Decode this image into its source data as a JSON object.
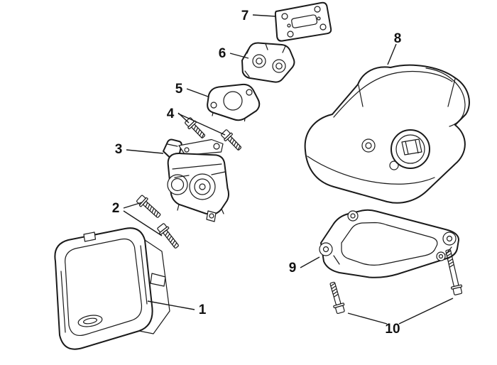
{
  "diagram": {
    "type": "exploded-parts-diagram",
    "subject": "small-engine carburetor, air filter cover and fuel tank assembly",
    "colors": {
      "background": "#ffffff",
      "line": "#1a1a1a",
      "label": "#111111"
    },
    "callouts": [
      {
        "number": "1",
        "part": "air-filter-cover"
      },
      {
        "number": "2",
        "part": "cover-mounting-bolts"
      },
      {
        "number": "3",
        "part": "carburetor"
      },
      {
        "number": "4",
        "part": "carburetor-screws"
      },
      {
        "number": "5",
        "part": "carburetor-gasket"
      },
      {
        "number": "6",
        "part": "insulator-spacer"
      },
      {
        "number": "7",
        "part": "intake-gasket-plate"
      },
      {
        "number": "8",
        "part": "fuel-tank"
      },
      {
        "number": "9",
        "part": "tank-bracket"
      },
      {
        "number": "10",
        "part": "bracket-bolts"
      }
    ]
  }
}
